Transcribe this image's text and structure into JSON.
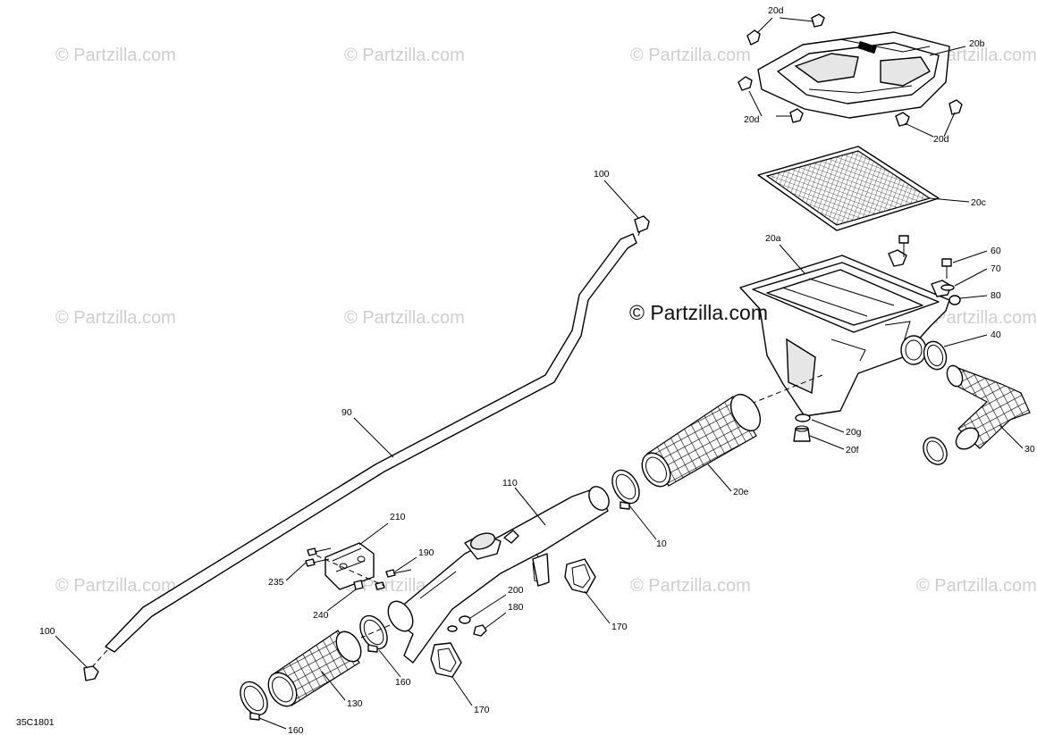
{
  "watermarks": {
    "repeated": "© Partzilla.com",
    "center": "© Partzilla.com"
  },
  "figure_code": "35C1801",
  "callouts": {
    "c20d_top": "20d",
    "c20b": "20b",
    "c20d_left": "20d",
    "c20d_right": "20d",
    "c20c": "20c",
    "c20a": "20a",
    "c60": "60",
    "c70": "70",
    "c80": "80",
    "c40": "40",
    "c30": "30",
    "c20g": "20g",
    "c20f": "20f",
    "c20e": "20e",
    "c10": "10",
    "c100_top": "100",
    "c90": "90",
    "c110": "110",
    "c210": "210",
    "c190": "190",
    "c235": "235",
    "c240": "240",
    "c200": "200",
    "c180": "180",
    "c170_right": "170",
    "c170_bottom": "170",
    "c160_mid": "160",
    "c130": "130",
    "c160_bottom": "160",
    "c100_bottom": "100"
  },
  "icons": [
    "watermark-copyright-symbol"
  ]
}
